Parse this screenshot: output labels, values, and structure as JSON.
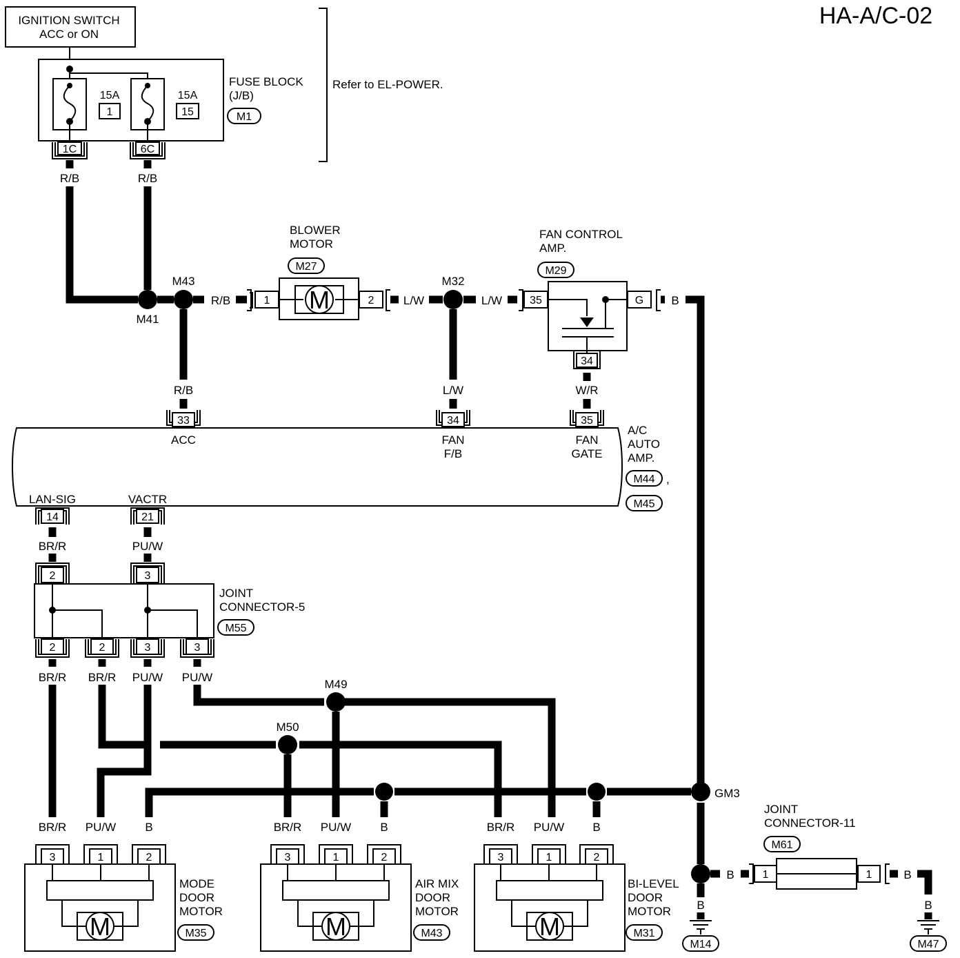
{
  "title": "HA-A/C-02",
  "ignition_switch": {
    "line1": "IGNITION SWITCH",
    "line2": "ACC or ON"
  },
  "fuse_block": {
    "line1": "FUSE BLOCK",
    "line2": "(J/B)",
    "connector": "M1",
    "note": "Refer to EL-POWER.",
    "fuse1": {
      "rating": "15A",
      "number": "1",
      "terminal": "1C"
    },
    "fuse2": {
      "rating": "15A",
      "number": "15",
      "terminal": "6C"
    }
  },
  "wire_colors": {
    "rb": "R/B",
    "lw": "L/W",
    "wr": "W/R",
    "b": "B",
    "brr": "BR/R",
    "puw": "PU/W"
  },
  "junctions": {
    "m41": "M41",
    "m43": "M43",
    "m32": "M32",
    "m49": "M49",
    "m50": "M50",
    "gm3": "GM3"
  },
  "blower_motor": {
    "line1": "BLOWER",
    "line2": "MOTOR",
    "connector": "M27",
    "pin_in": "1",
    "pin_out": "2",
    "symbol": "M"
  },
  "fan_control_amp": {
    "line1": "FAN CONTROL",
    "line2": "AMP.",
    "connector": "M29",
    "pin_in": "35",
    "pin_out": "G",
    "pin_gate": "34"
  },
  "ac_auto_amp": {
    "line1": "A/C",
    "line2": "AUTO",
    "line3": "AMP.",
    "connector1": "M44",
    "separator": ",",
    "connector2": "M45",
    "pins": [
      {
        "num": "33",
        "label1": "ACC",
        "label2": ""
      },
      {
        "num": "34",
        "label1": "FAN",
        "label2": "F/B"
      },
      {
        "num": "35",
        "label1": "FAN",
        "label2": "GATE"
      },
      {
        "num": "14",
        "label1": "LAN-SIG",
        "label2": ""
      },
      {
        "num": "21",
        "label1": "VACTR",
        "label2": ""
      }
    ]
  },
  "joint_connector_5": {
    "line1": "JOINT",
    "line2": "CONNECTOR-5",
    "connector": "M55",
    "pins_top": [
      "2",
      "3"
    ],
    "pins_bottom": [
      "2",
      "2",
      "3",
      "3"
    ]
  },
  "joint_connector_11": {
    "line1": "JOINT",
    "line2": "CONNECTOR-11",
    "connector": "M61",
    "pin_left": "1",
    "pin_right": "1"
  },
  "motors": [
    {
      "line1": "MODE",
      "line2": "DOOR",
      "line3": "MOTOR",
      "connector": "M35",
      "pins": [
        "3",
        "1",
        "2"
      ],
      "symbol": "M"
    },
    {
      "line1": "AIR MIX",
      "line2": "DOOR",
      "line3": "MOTOR",
      "connector": "M43",
      "pins": [
        "3",
        "1",
        "2"
      ],
      "symbol": "M"
    },
    {
      "line1": "BI-LEVEL",
      "line2": "DOOR",
      "line3": "MOTOR",
      "connector": "M31",
      "pins": [
        "3",
        "1",
        "2"
      ],
      "symbol": "M"
    }
  ],
  "grounds": [
    {
      "connector": "M14"
    },
    {
      "connector": "M47"
    }
  ]
}
